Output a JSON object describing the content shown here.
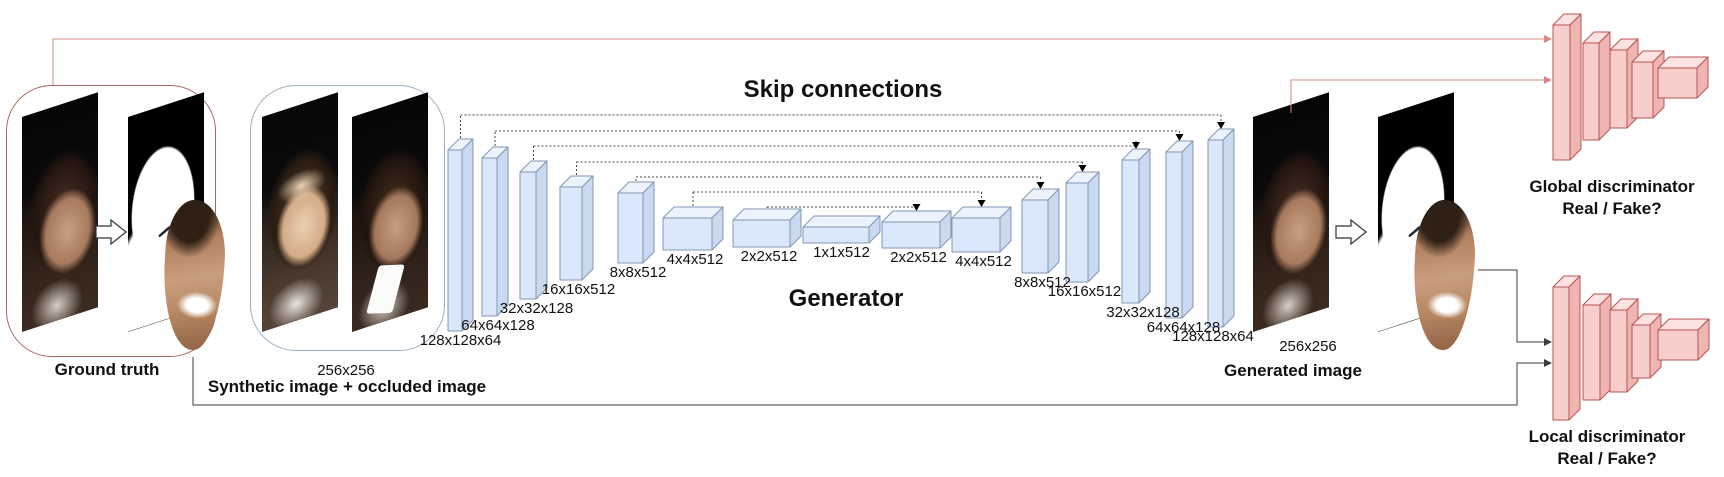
{
  "generator": {
    "title": "Generator",
    "skip_title": "Skip connections",
    "blocks": [
      {
        "label": "128x128x64"
      },
      {
        "label": "64x64x128"
      },
      {
        "label": "32x32x128"
      },
      {
        "label": "16x16x512"
      },
      {
        "label": "8x8x512"
      },
      {
        "label": "4x4x512"
      },
      {
        "label": "2x2x512"
      },
      {
        "label": "1x1x512"
      },
      {
        "label": "2x2x512"
      },
      {
        "label": "4x4x512"
      },
      {
        "label": "8x8x512"
      },
      {
        "label": "16x16x512"
      },
      {
        "label": "32x32x128"
      },
      {
        "label": "64x64x128"
      },
      {
        "label": "128x128x64"
      }
    ]
  },
  "inputs": {
    "ground_truth": {
      "caption": "Ground truth"
    },
    "synthetic": {
      "size": "256x256",
      "caption": "Synthetic image + occluded image"
    }
  },
  "output": {
    "size": "256x256",
    "caption": "Generated image"
  },
  "discriminators": {
    "global": {
      "title": "Global discriminator",
      "question": "Real / Fake?"
    },
    "local": {
      "title": "Local discriminator",
      "question": "Real / Fake?"
    }
  },
  "colors": {
    "block_fill": "#dbe8fb",
    "block_top": "#edf3fc",
    "block_side": "#c8d9f0",
    "block_stroke": "#8296b5",
    "disc_fill": "#f8cecc",
    "disc_top": "#fce2e1",
    "disc_side": "#efb5b2",
    "disc_stroke": "#b85450",
    "red_line": "#d98880",
    "black_line": "#3c3c3c",
    "dotted_line": "#4a4a4a"
  }
}
